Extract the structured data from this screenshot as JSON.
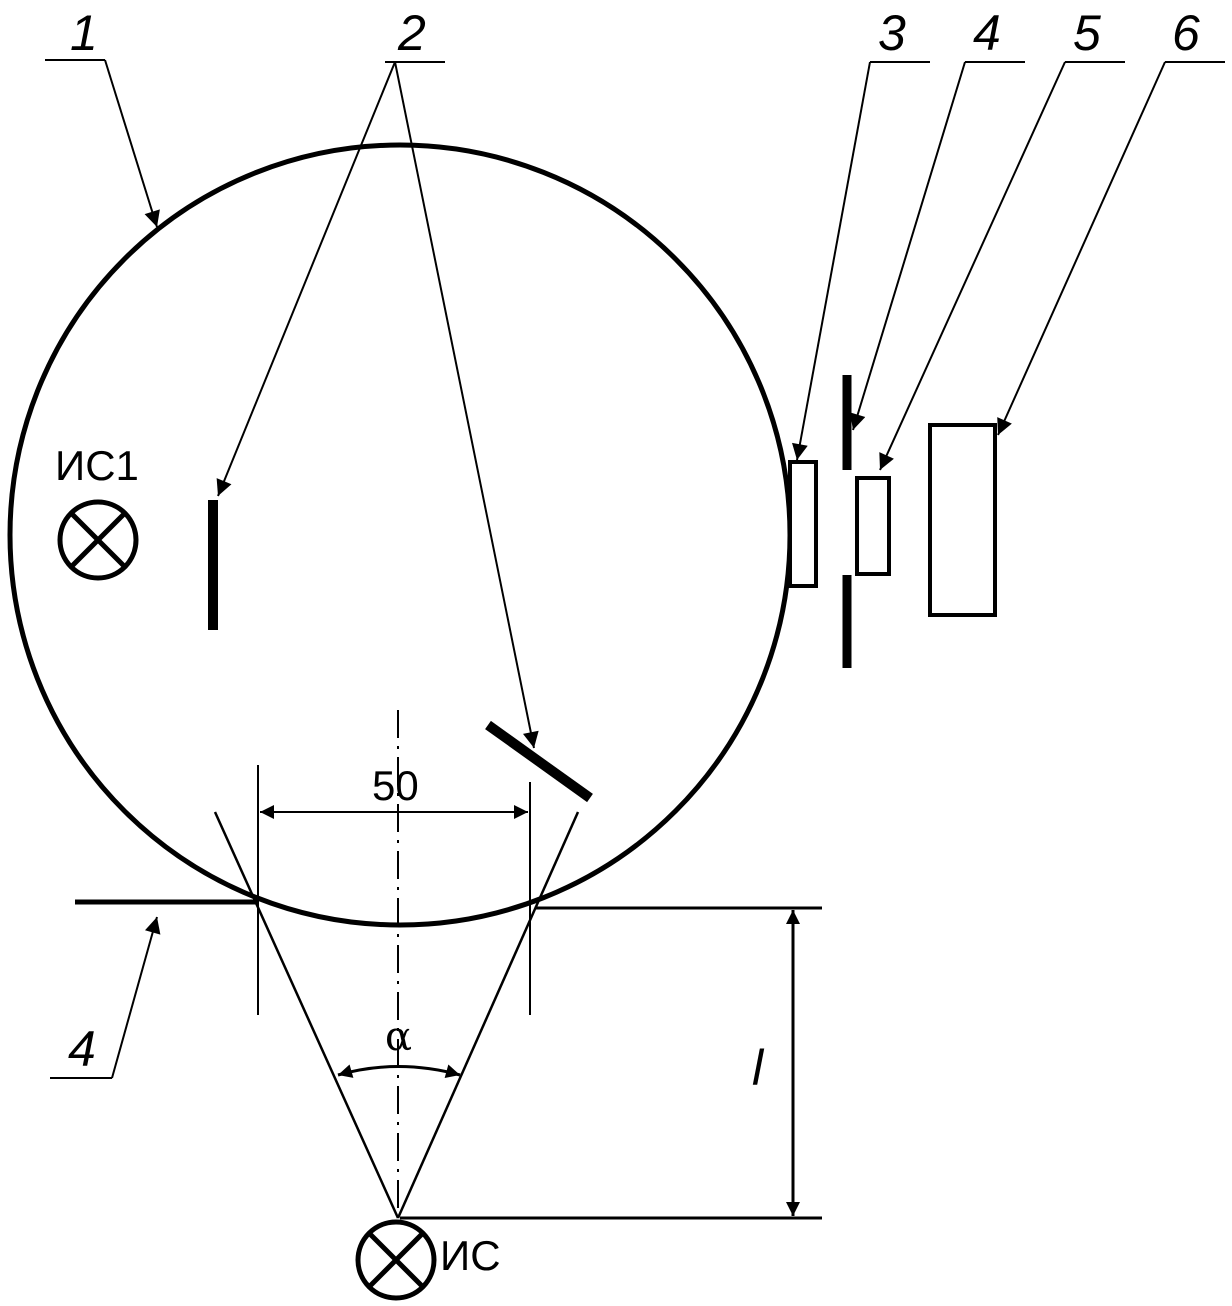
{
  "labels": {
    "sphere": "1",
    "screens": "2",
    "part3": "3",
    "part4_top": "4",
    "part5": "5",
    "part6": "6",
    "part4_bottom": "4"
  },
  "sources": {
    "aux_source": "ИС1",
    "main_source": "ИС"
  },
  "dimensions": {
    "width": "50",
    "angle": "α",
    "distance": "l"
  }
}
